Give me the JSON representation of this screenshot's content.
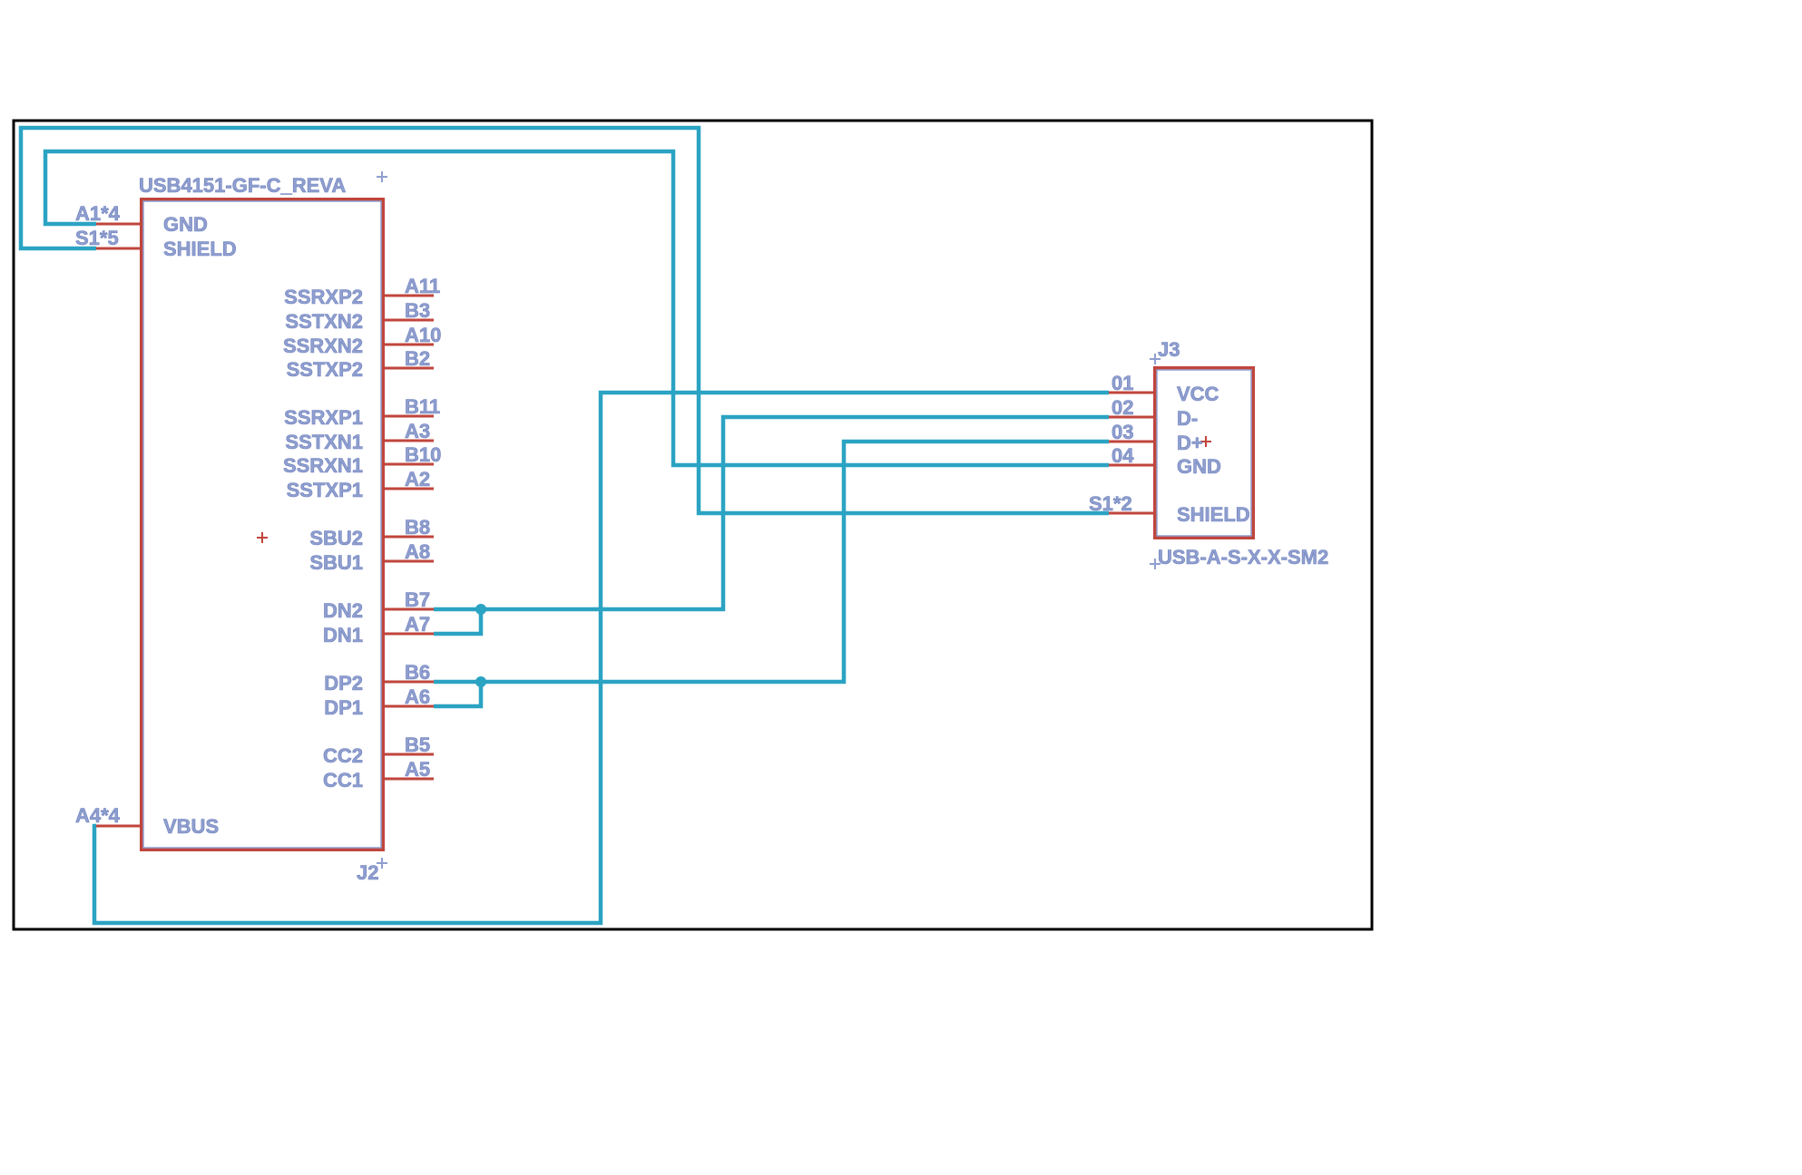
{
  "j2": {
    "value": "USB4151-GF-C_REVA",
    "designator": "J2",
    "left_pins": [
      {
        "num": "A1*4",
        "name": "GND"
      },
      {
        "num": "S1*5",
        "name": "SHIELD"
      },
      {
        "num": "A4*4",
        "name": "VBUS"
      }
    ],
    "right_pins": [
      {
        "num": "A11",
        "name": "SSRXP2"
      },
      {
        "num": "B3",
        "name": "SSTXN2"
      },
      {
        "num": "A10",
        "name": "SSRXN2"
      },
      {
        "num": "B2",
        "name": "SSTXP2"
      },
      {
        "num": "B11",
        "name": "SSRXP1"
      },
      {
        "num": "A3",
        "name": "SSTXN1"
      },
      {
        "num": "B10",
        "name": "SSRXN1"
      },
      {
        "num": "A2",
        "name": "SSTXP1"
      },
      {
        "num": "B8",
        "name": "SBU2"
      },
      {
        "num": "A8",
        "name": "SBU1"
      },
      {
        "num": "B7",
        "name": "DN2"
      },
      {
        "num": "A7",
        "name": "DN1"
      },
      {
        "num": "B6",
        "name": "DP2"
      },
      {
        "num": "A6",
        "name": "DP1"
      },
      {
        "num": "B5",
        "name": "CC2"
      },
      {
        "num": "A5",
        "name": "CC1"
      }
    ]
  },
  "j3": {
    "designator": "J3",
    "value": "USB-A-S-X-X-SM2",
    "pins": [
      {
        "num": "01",
        "name": "VCC"
      },
      {
        "num": "02",
        "name": "D-"
      },
      {
        "num": "03",
        "name": "D+"
      },
      {
        "num": "04",
        "name": "GND"
      },
      {
        "num": "S1*2",
        "name": "SHIELD"
      }
    ]
  },
  "colors": {
    "wire": "#2ba3c3",
    "component_body": "#c0453c",
    "text": "#8f9fcf",
    "sheet_border": "#000000",
    "background": "#ffffff"
  }
}
